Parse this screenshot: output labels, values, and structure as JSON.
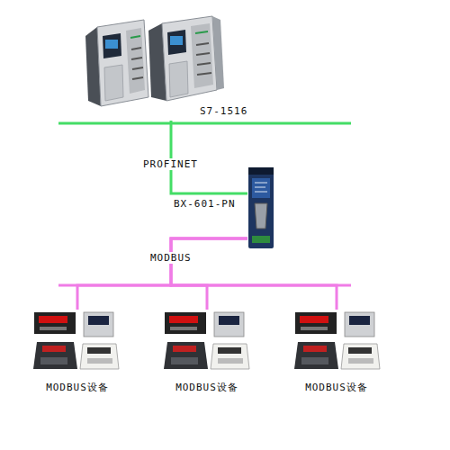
{
  "diagram": {
    "nodes": [
      {
        "text": [
          "S7-1516"
        ]
      },
      {
        "text": [
          "BX-601-PN"
        ]
      },
      {
        "text": [
          "MODBUS设备"
        ]
      },
      {
        "text": [
          "MODBUS设备"
        ]
      },
      {
        "text": [
          "MODBUS设备"
        ]
      }
    ],
    "edges": [
      {
        "from": 0,
        "to": 1,
        "label": "PROFINET",
        "arrow": "none"
      },
      {
        "from": 1,
        "to": 2,
        "label": "MODBUS",
        "arrow": "none"
      },
      {
        "from": 1,
        "to": 3,
        "arrow": "none"
      },
      {
        "from": 1,
        "to": 4,
        "arrow": "none"
      }
    ]
  }
}
